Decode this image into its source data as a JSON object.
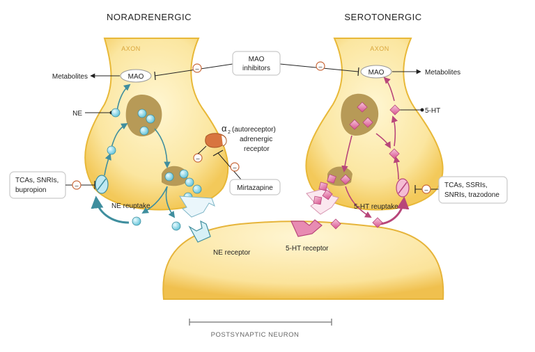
{
  "headers": {
    "left": "NORADRENERGIC",
    "right": "SEROTONERGIC"
  },
  "axon_left": "AXON",
  "axon_right": "AXON",
  "mao_left": "MAO",
  "mao_right": "MAO",
  "metabolites_left": "Metabolites",
  "metabolites_right": "Metabolites",
  "mao_inhibitors": [
    "MAO",
    "inhibitors"
  ],
  "ne_label": "NE",
  "ht_label": "5-HT",
  "autoreceptor": [
    "(autoreceptor)",
    "adrenergic",
    "receptor"
  ],
  "alpha2": "α",
  "alpha2_sub": "2",
  "mirtazapine": "Mirtazapine",
  "left_drugs": [
    "TCAs, SNRIs,",
    "bupropion"
  ],
  "right_drugs": [
    "TCAs, SSRIs,",
    "SNRIs, trazodone"
  ],
  "ne_reuptake": "NE reuptake",
  "ht_reuptake": "5-HT reuptake",
  "ne_receptor": "NE receptor",
  "ht_receptor": "5-HT receptor",
  "postsynaptic": "POSTSYNAPTIC NEURON",
  "inhibit_symbol": "–",
  "colors": {
    "neuron_fill": "#fbe8a6",
    "neuron_edge": "#e8b838",
    "vesicle": "#b79a57",
    "ne_molecule": "#7ccfe0",
    "ht_molecule": "#e07aa6",
    "ne_arrow": "#3f8e9e",
    "ht_arrow": "#b8467a",
    "inhibit": "#c8683a"
  }
}
